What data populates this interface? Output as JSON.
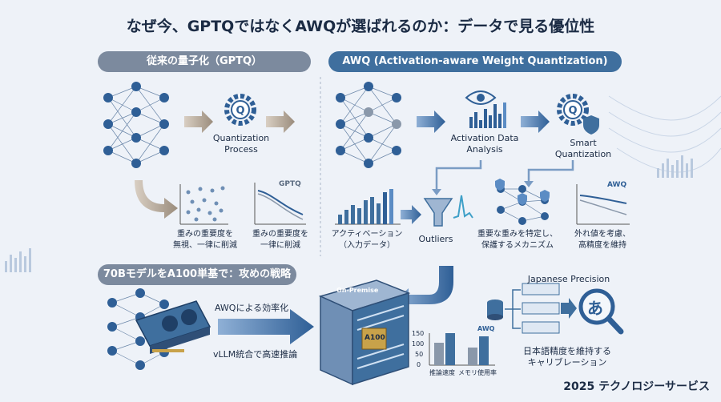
{
  "title": "なぜ今、GPTQではなくAWQが選ばれるのか：データで見る優位性",
  "left_header": "従来の量子化（GPTQ）",
  "right_header": "AWQ (Activation-aware Weight Quantization)",
  "quantization_process": [
    "Quantization",
    "Process"
  ],
  "gptq_scatter_label": [
    "重みの重要度を",
    "無視、一律に削減"
  ],
  "gptq_line_label": [
    "重みの重要度を",
    "一律に削減"
  ],
  "gptq_line_series": "GPTQ",
  "activation_analysis": [
    "Activation Data",
    "Analysis"
  ],
  "smart_quantization": [
    "Smart",
    "Quantization"
  ],
  "activation_label": [
    "アクティベーション",
    "（入力データ）"
  ],
  "outliers_label": "Outliers",
  "mechanism_label": [
    "重要な重みを特定し、",
    "保護するメカニズム"
  ],
  "awq_line_series": "AWQ",
  "awq_line_label": [
    "外れ値を考慮、",
    "高精度を維持"
  ],
  "bottom_header": "70BモデルをA100単基で：攻めの戦略",
  "awq_efficiency": "AWQによる効率化",
  "vllm": "vLLM統合で高速推論",
  "server_label": "On-Premise",
  "gpu_chip": "A100",
  "bar_chart": {
    "yticks": [
      "0",
      "50",
      "100",
      "150"
    ],
    "categories": [
      "推論速度",
      "メモリ使用率"
    ],
    "series_label": "AWQ"
  },
  "japanese_precision": "Japanese Precision",
  "japanese_char": "あ",
  "calibration_label": [
    "日本語精度を維持する",
    "キャリブレーション"
  ],
  "footer": "2025 テクノロジーサービス"
}
